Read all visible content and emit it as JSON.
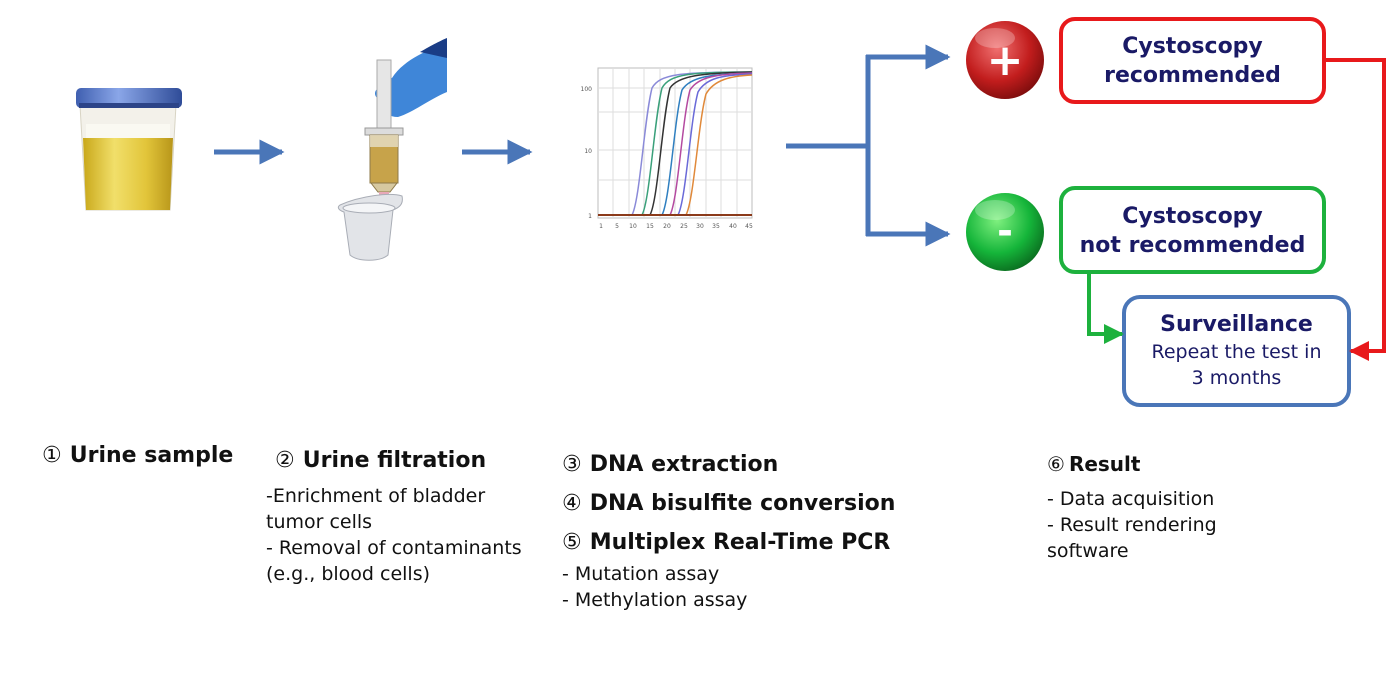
{
  "flow": {
    "positive": {
      "symbol": "+",
      "line1": "Cystoscopy",
      "line2": "recommended",
      "color": "#e8191b"
    },
    "negative": {
      "symbol": "-",
      "line1": "Cystoscopy",
      "line2": "not recommended",
      "color": "#1db13d"
    },
    "surveillance": {
      "title": "Surveillance",
      "line1": "Repeat the test in",
      "line2": "3 months",
      "color": "#4a76b8"
    }
  },
  "chart": {
    "y_ticks": [
      "100",
      "10",
      "1"
    ],
    "x_ticks": [
      "1",
      "5",
      "10",
      "15",
      "20",
      "25",
      "30",
      "35",
      "40",
      "45"
    ]
  },
  "steps": {
    "s1": {
      "num": "①",
      "title": "Urine sample"
    },
    "s2": {
      "num": "②",
      "title": "Urine filtration",
      "lines": [
        "-Enrichment of bladder",
        "tumor cells",
        "- Removal of contaminants",
        "(e.g., blood cells)"
      ]
    },
    "s3": {
      "num": "③",
      "title": "DNA extraction"
    },
    "s4": {
      "num": "④",
      "title": "DNA bisulfite conversion"
    },
    "s5": {
      "num": "⑤",
      "title": "Multiplex Real-Time PCR",
      "lines": [
        "- Mutation assay",
        "- Methylation assay"
      ]
    },
    "s6": {
      "num": "⑥",
      "title": "Result",
      "lines": [
        "- Data acquisition",
        "- Result rendering",
        "software"
      ]
    }
  }
}
